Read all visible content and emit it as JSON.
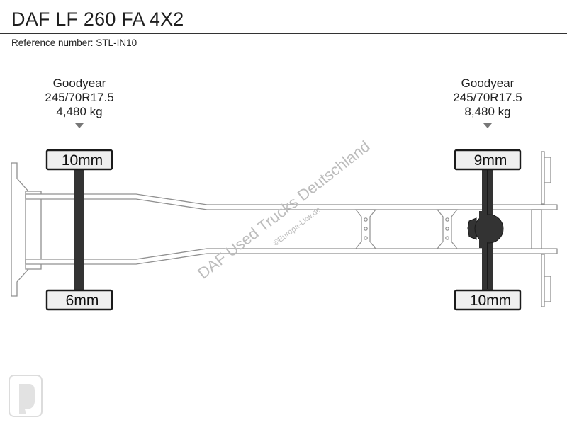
{
  "title": "DAF LF 260 FA 4X2",
  "reference": "Reference number: STL-IN10",
  "axles": [
    {
      "tire_brand": "Goodyear",
      "tire_size": "245/70R17.5",
      "load": "4,480 kg",
      "tread_left": "10mm",
      "tread_right": "6mm"
    },
    {
      "tire_brand": "Goodyear",
      "tire_size": "245/70R17.5",
      "load": "8,480 kg",
      "tread_left": "9mm",
      "tread_right": "10mm"
    }
  ],
  "watermark": {
    "main": "DAF Used Trucks Deutschland",
    "sub": "©Europa-Lkw.de"
  },
  "colors": {
    "frame": "#909090",
    "frame_fill": "#ffffff",
    "axle": "#333333",
    "tire_fill": "#eeeeee",
    "tire_stroke": "#1a1a1a",
    "watermark": "#bcbcbc",
    "marker": "#777777"
  },
  "icons": {
    "marker": "triangle-down-icon",
    "logo": "europa-lkw-logo-icon"
  }
}
